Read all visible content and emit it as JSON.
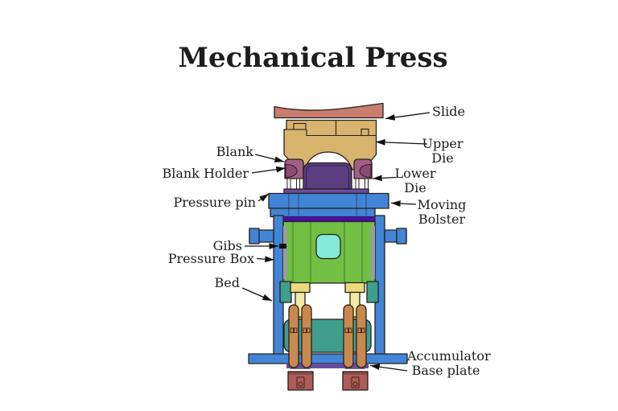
{
  "title": "Mechanical Press",
  "labels": {
    "slide": {
      "lines": [
        "Slide"
      ]
    },
    "upper_die": {
      "lines": [
        "Upper",
        "Die"
      ]
    },
    "lower_die": {
      "lines": [
        "Lower",
        "Die"
      ]
    },
    "moving_bolster": {
      "lines": [
        "Moving",
        "Bolster"
      ]
    },
    "accumulator_base_plate": {
      "lines": [
        "Accumulator",
        "Base plate"
      ]
    },
    "blank": {
      "lines": [
        "Blank"
      ]
    },
    "blank_holder": {
      "lines": [
        "Blank Holder"
      ]
    },
    "pressure_pin": {
      "lines": [
        "Pressure pin"
      ]
    },
    "gibs": {
      "lines": [
        "Gibs"
      ]
    },
    "pressure_box": {
      "lines": [
        "Pressure Box"
      ]
    },
    "bed": {
      "lines": [
        "Bed"
      ]
    }
  },
  "colors": {
    "slide": "#c97d6f",
    "upper_die": "#d9b46e",
    "blank_holder": "#a05f87",
    "blank_holder_inner": "#8d4b74",
    "lower_die": "#5c3d80",
    "purple_plate": "#6a4b9e",
    "frame_blue": "#4285d6",
    "indigo_strip": "#4a10a8",
    "pressure_box_green": "#72bf44",
    "window_cyan": "#84ebdc",
    "gray_liner": "#9c9c9c",
    "teal": "#3f9e8d",
    "yellow_foot": "#ecd97c",
    "yellow_piston": "#f3e9a2",
    "olive": "#c9c337",
    "capsule_orange": "#c8894f",
    "maroon": "#ad5c59",
    "white_pin": "#ffffff",
    "marker_black": "#111111",
    "text": "#1c1c1c"
  }
}
